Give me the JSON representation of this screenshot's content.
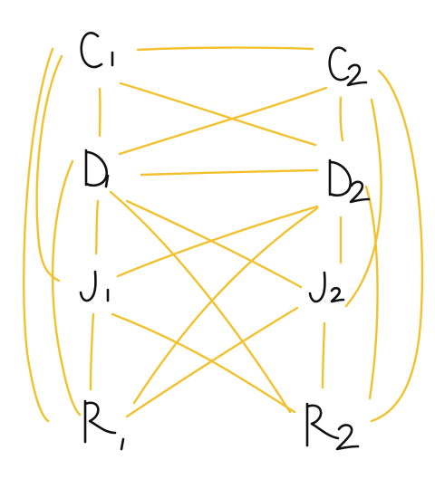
{
  "colors": {
    "edge": "#F2C12E",
    "ink": "#111111",
    "background": "#FFFFFF"
  },
  "nodes": [
    {
      "id": "C1",
      "letter": "C",
      "subscript": "1",
      "label": "C1"
    },
    {
      "id": "C2",
      "letter": "C",
      "subscript": "2",
      "label": "C2"
    },
    {
      "id": "D1",
      "letter": "D",
      "subscript": "1",
      "label": "D1"
    },
    {
      "id": "D2",
      "letter": "D",
      "subscript": "2",
      "label": "D2"
    },
    {
      "id": "J1",
      "letter": "J",
      "subscript": "1",
      "label": "J1"
    },
    {
      "id": "J2",
      "letter": "J",
      "subscript": "2",
      "label": "J2"
    },
    {
      "id": "R1",
      "letter": "R",
      "subscript": "1",
      "label": "R1"
    },
    {
      "id": "R2",
      "letter": "R",
      "subscript": "2",
      "label": "R2"
    }
  ],
  "edges": [
    {
      "from": "C1",
      "to": "C2"
    },
    {
      "from": "C1",
      "to": "D1"
    },
    {
      "from": "C1",
      "to": "D2"
    },
    {
      "from": "C1",
      "to": "J1"
    },
    {
      "from": "C1",
      "to": "R1"
    },
    {
      "from": "C2",
      "to": "D1"
    },
    {
      "from": "C2",
      "to": "D2"
    },
    {
      "from": "C2",
      "to": "J2"
    },
    {
      "from": "C2",
      "to": "R2"
    },
    {
      "from": "D1",
      "to": "D2"
    },
    {
      "from": "D1",
      "to": "J1"
    },
    {
      "from": "D1",
      "to": "J2"
    },
    {
      "from": "D1",
      "to": "R1"
    },
    {
      "from": "D1",
      "to": "R2"
    },
    {
      "from": "D2",
      "to": "J1"
    },
    {
      "from": "D2",
      "to": "J2"
    },
    {
      "from": "D2",
      "to": "R1"
    },
    {
      "from": "D2",
      "to": "R2"
    },
    {
      "from": "J1",
      "to": "R1"
    },
    {
      "from": "J1",
      "to": "R2"
    },
    {
      "from": "J2",
      "to": "R1"
    },
    {
      "from": "J2",
      "to": "R2"
    }
  ]
}
